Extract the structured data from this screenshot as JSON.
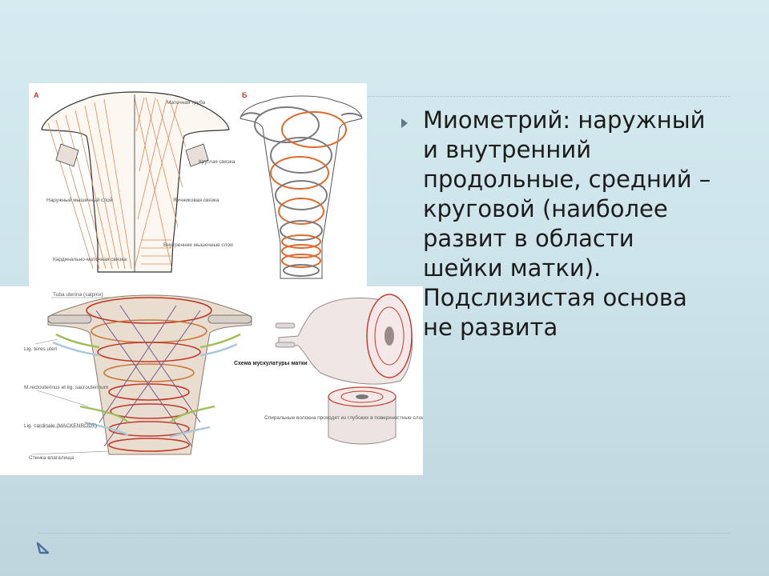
{
  "slide": {
    "body_text": "Миометрий: наружный и внутренний продольные, средний – круговой (наиболее развит в области шейки матки). Подслизистая основа не развита",
    "colors": {
      "bullet": "#5f7a86",
      "nav_arrow": "#4a6f9a",
      "background": "#cde4ea"
    }
  },
  "figure_a": {
    "letter": "А",
    "labels": [
      "Маточная труба",
      "Круглая связка",
      "Наружный мышечный слой",
      "Яичниковая связка",
      "Внутренние мышечные слои",
      "Кардинально-маточная связка"
    ]
  },
  "figure_b": {
    "letter": "Б"
  },
  "figure_c": {
    "labels": [
      "Tuba uterina (salpinx)",
      "Lig. teres uteri",
      "M.rectouterinus et lig. sacrouterinum",
      "Lig. cardinale (MACKENRODT)",
      "Стенка влагалища"
    ],
    "scheme_title": "Схема мускулатуры матки",
    "scheme_caption": "Спиральные волокна проходят из глубоких в поверхностные слои миометрия"
  }
}
